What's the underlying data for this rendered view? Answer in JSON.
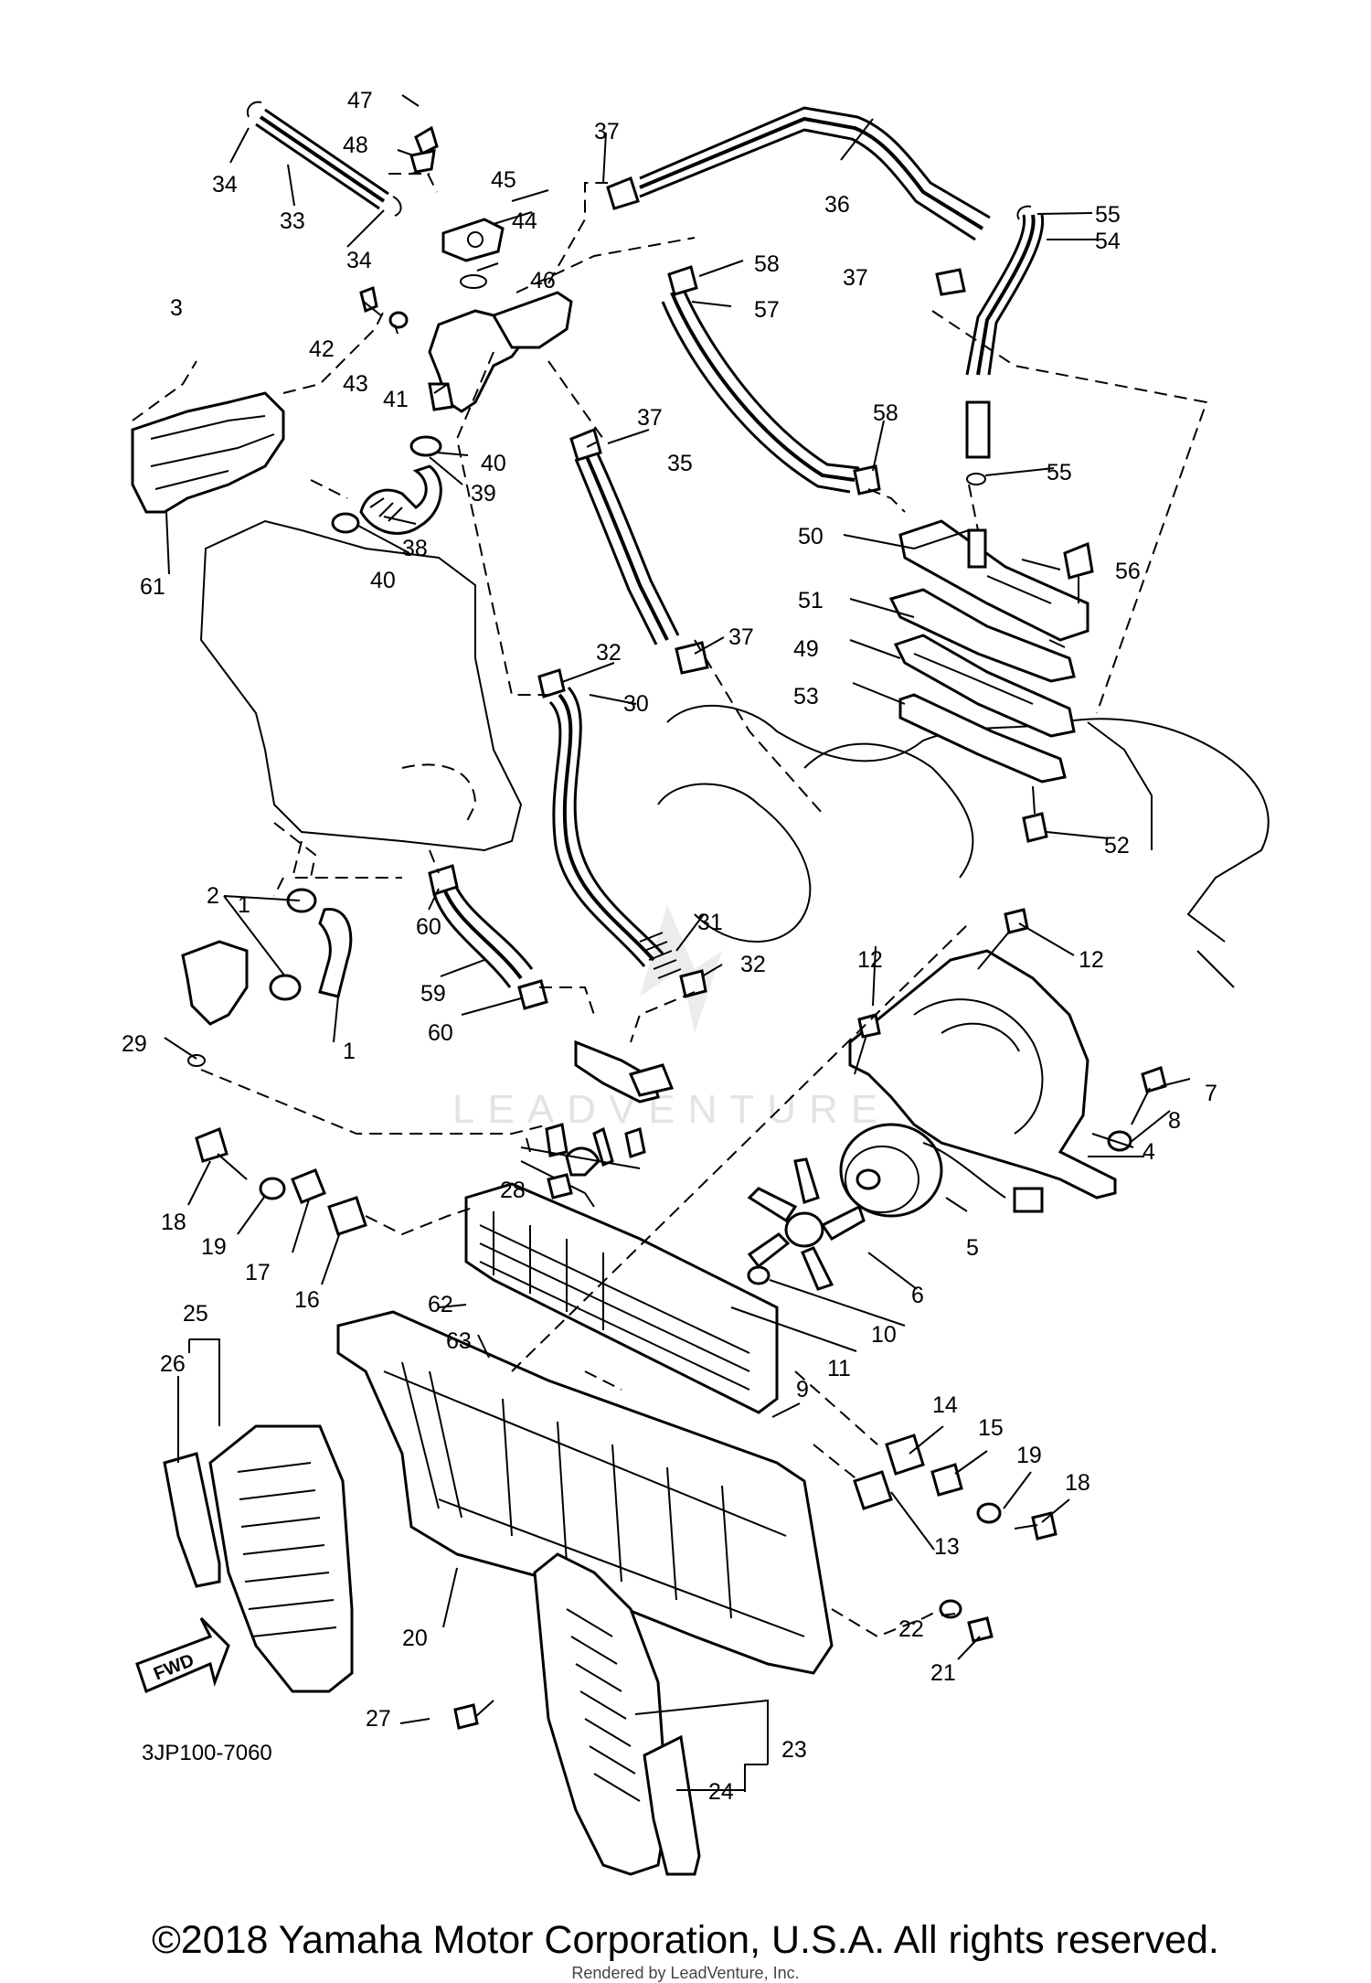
{
  "diagram_code": "3JP100-7060",
  "fwd_label": "FWD",
  "watermark": "LEADVENTURE",
  "copyright": "©2018 Yamaha Motor Corporation, U.S.A. All rights reserved.",
  "rendered_by": "Rendered by LeadVenture, Inc.",
  "part_numbers": {
    "p1": "1",
    "p2": "2",
    "p3": "3",
    "p4": "4",
    "p5": "5",
    "p6": "6",
    "p7": "7",
    "p8": "8",
    "p9": "9",
    "p10": "10",
    "p11": "11",
    "p12": "12",
    "p13": "13",
    "p14": "14",
    "p15": "15",
    "p16": "16",
    "p17": "17",
    "p18": "18",
    "p19": "19",
    "p20": "20",
    "p21": "21",
    "p22": "22",
    "p23": "23",
    "p24": "24",
    "p25": "25",
    "p26": "26",
    "p27": "27",
    "p28": "28",
    "p29": "29",
    "p30": "30",
    "p31": "31",
    "p32": "32",
    "p33": "33",
    "p34": "34",
    "p35": "35",
    "p36": "36",
    "p37": "37",
    "p38": "38",
    "p39": "39",
    "p40": "40",
    "p41": "41",
    "p42": "42",
    "p43": "43",
    "p44": "44",
    "p45": "45",
    "p46": "46",
    "p47": "47",
    "p48": "48",
    "p49": "49",
    "p50": "50",
    "p51": "51",
    "p52": "52",
    "p53": "53",
    "p54": "54",
    "p55": "55",
    "p56": "56",
    "p57": "57",
    "p58": "58",
    "p59": "59",
    "p60": "60",
    "p61": "61",
    "p62": "62",
    "p63": "63"
  }
}
